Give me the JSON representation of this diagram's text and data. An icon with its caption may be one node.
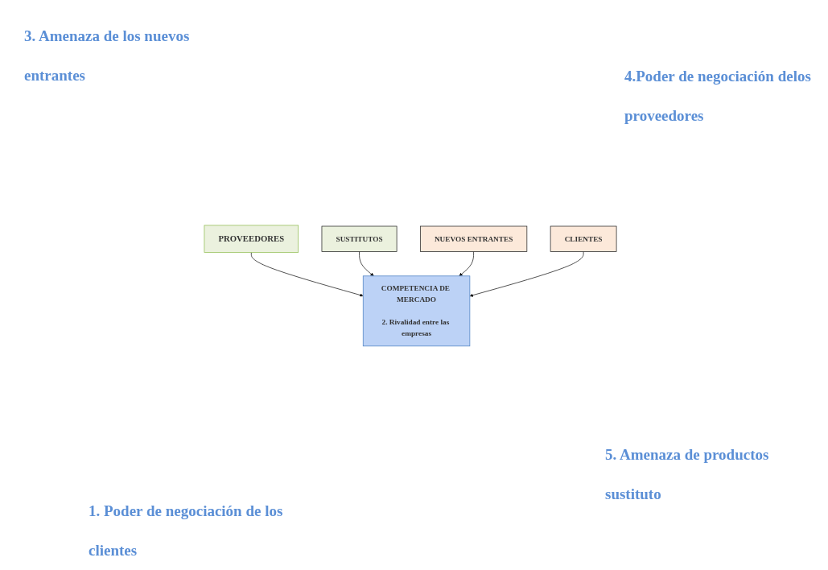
{
  "diagram": {
    "nodes": [
      {
        "text": [
          "PROVEEDORES"
        ]
      },
      {
        "text": [
          "COMPETENCIA DE MERCADO",
          "2. Rivalidad entre las empresas"
        ]
      },
      {
        "text": [
          "SUSTITUTOS"
        ]
      },
      {
        "text": [
          "NUEVOS ENTRANTES"
        ]
      },
      {
        "text": [
          "CLIENTES"
        ]
      }
    ],
    "edges": [
      {
        "from": 0,
        "to": 1,
        "arrow": "to"
      },
      {
        "from": 2,
        "to": 1,
        "arrow": "to"
      },
      {
        "from": 3,
        "to": 1,
        "arrow": "to"
      },
      {
        "from": 4,
        "to": 1,
        "arrow": "to"
      }
    ],
    "labels": [
      "3. Amenaza de los nuevos entrantes",
      "4.Poder de negociación delos proveedores",
      "5. Amenaza de productos sustituto",
      "1. Poder de negociación de los clientes"
    ]
  }
}
